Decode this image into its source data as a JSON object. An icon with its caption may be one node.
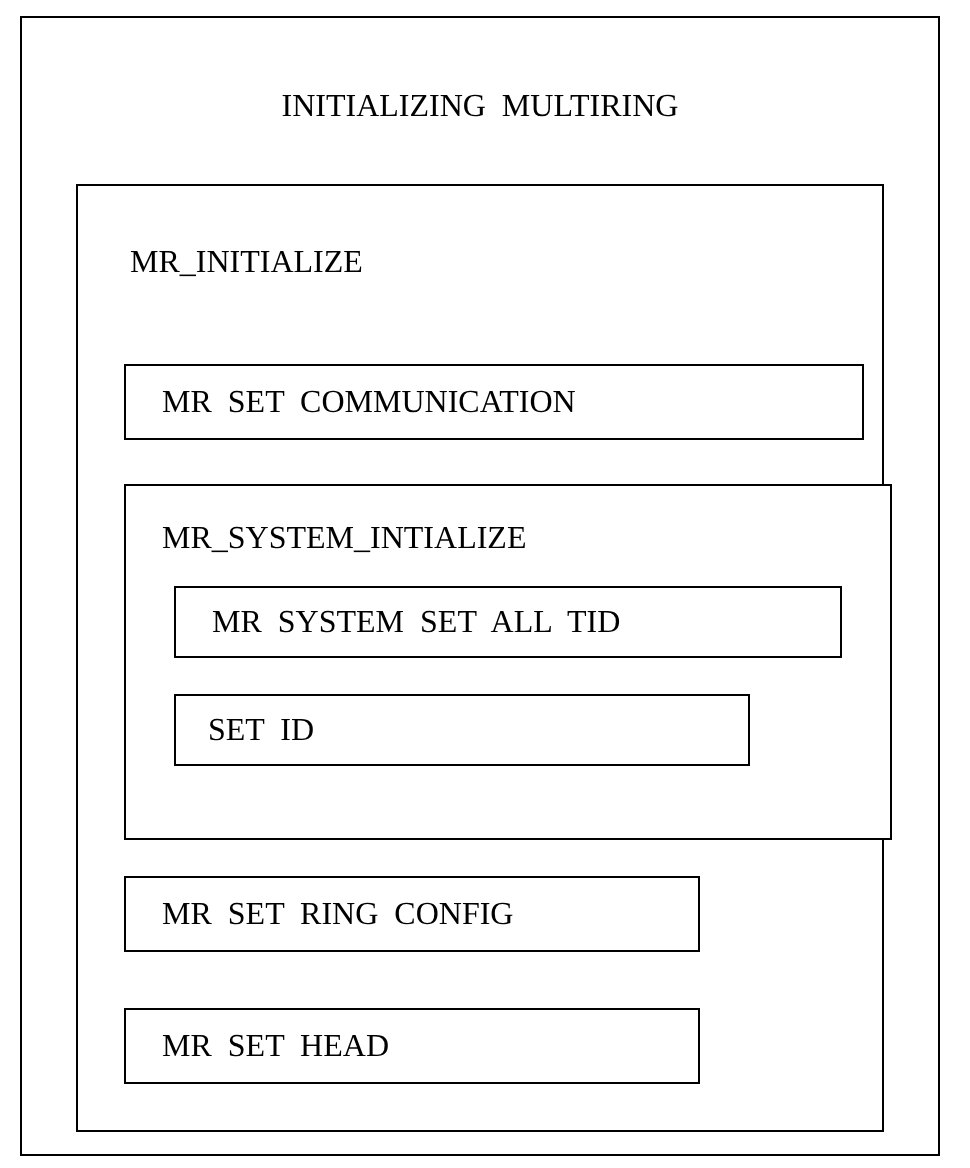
{
  "diagram": {
    "nodes": [
      {
        "text": [
          "INITIALIZING MULTIRING"
        ]
      },
      {
        "text": [
          "MR_INITIALIZE"
        ],
        "in": 0
      },
      {
        "text": [
          "MR SET COMMUNICATION"
        ],
        "in": 1
      },
      {
        "text": [
          "MR_SYSTEM_INTIALIZE"
        ],
        "in": 1
      },
      {
        "text": [
          "MR SYSTEM SET ALL TID"
        ],
        "in": 3
      },
      {
        "text": [
          "SET ID"
        ],
        "in": 3
      },
      {
        "text": [
          "MR SET RING CONFIG"
        ],
        "in": 1
      },
      {
        "text": [
          "MR SET HEAD"
        ],
        "in": 1
      }
    ]
  }
}
